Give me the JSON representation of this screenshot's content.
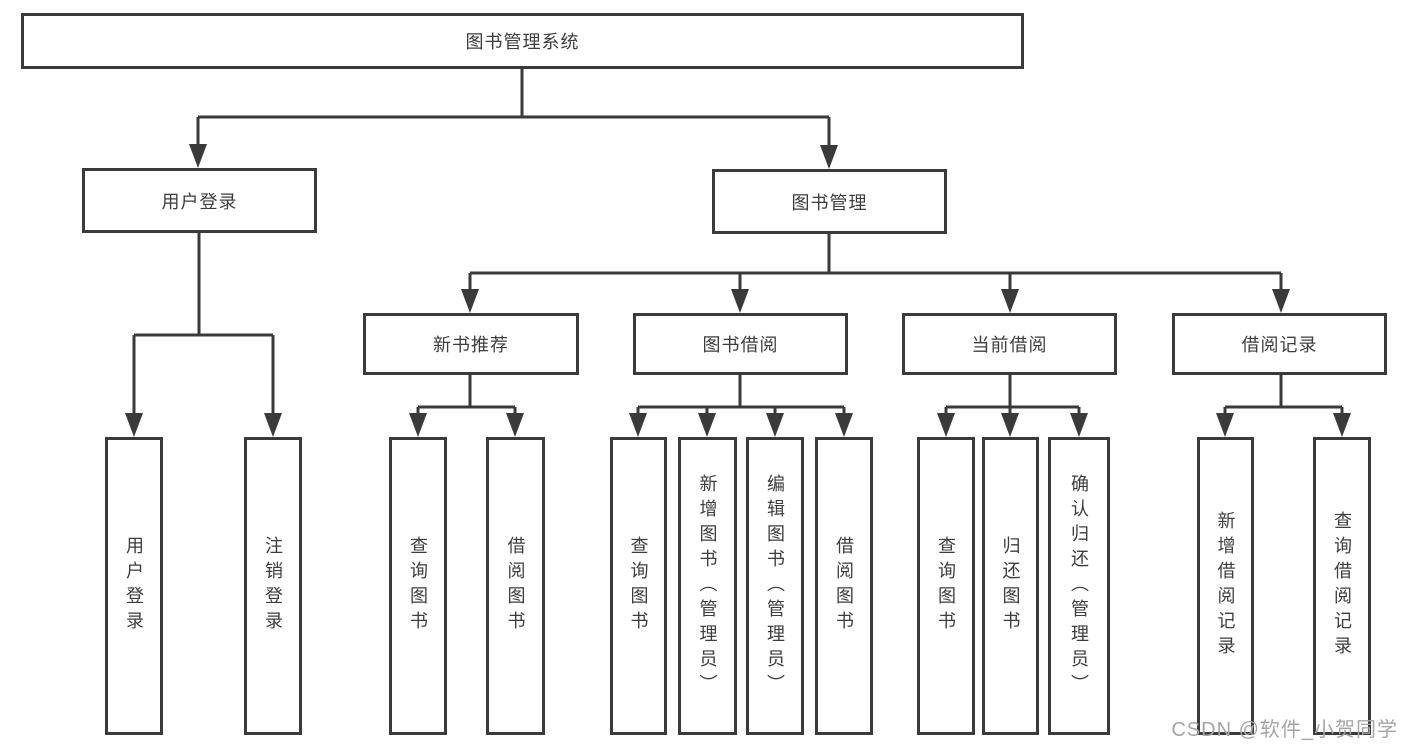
{
  "tree": {
    "root": "图书管理系统",
    "branches": [
      {
        "label": "用户登录",
        "children": [
          "用户登录",
          "注销登录"
        ]
      },
      {
        "label": "图书管理",
        "groups": [
          {
            "label": "新书推荐",
            "children": [
              "查询图书",
              "借阅图书"
            ]
          },
          {
            "label": "图书借阅",
            "children": [
              "查询图书",
              "新增图书（管理员）",
              "编辑图书（管理员）",
              "借阅图书"
            ]
          },
          {
            "label": "当前借阅",
            "children": [
              "查询图书",
              "归还图书",
              "确认归还（管理员）"
            ]
          },
          {
            "label": "借阅记录",
            "children": [
              "新增借阅记录",
              "查询借阅记录"
            ]
          }
        ]
      }
    ]
  },
  "colors": {
    "line": "#3a3a3a",
    "box_border": "#3a3a3a",
    "background": "#ffffff",
    "watermark": "#a5a5a5"
  },
  "watermark": "CSDN @软件_小贺同学"
}
